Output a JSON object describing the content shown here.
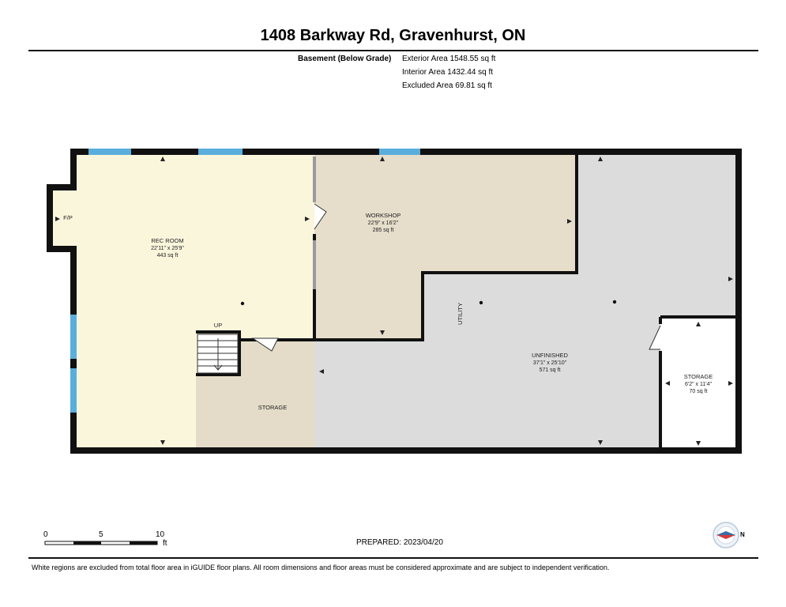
{
  "header": {
    "title": "1408 Barkway Rd, Gravenhurst, ON"
  },
  "areas": {
    "level_label": "Basement (Below Grade)",
    "exterior": "Exterior Area 1548.55 sq ft",
    "interior": "Interior Area 1432.44 sq ft",
    "excluded": "Excluded Area 69.81 sq ft"
  },
  "rooms": {
    "rec_room": {
      "name": "REC ROOM",
      "dims": "22'11\" x 25'9\"",
      "area": "443 sq ft"
    },
    "workshop": {
      "name": "WORKSHOP",
      "dims": "22'9\" x 16'2\"",
      "area": "285 sq ft"
    },
    "unfinished": {
      "name": "UNFINISHED",
      "dims": "37'1\" x 25'10\"",
      "area": "571 sq ft"
    },
    "storage_small": {
      "name": "STORAGE",
      "dims": "6'2\" x 11'4\"",
      "area": "70 sq ft"
    },
    "storage": {
      "name": "STORAGE"
    },
    "utility": {
      "name": "UTILITY"
    },
    "fireplace": {
      "name": "F/P"
    },
    "stairs": {
      "name": "UP"
    }
  },
  "scale": {
    "ticks": [
      "0",
      "5",
      "10"
    ],
    "unit": "ft"
  },
  "prepared": "PREPARED: 2023/04/20",
  "compass": {
    "label": "N"
  },
  "footer": "White regions are excluded from total floor area in iGUIDE floor plans. All room dimensions and floor areas must be considered approximate and are subject to independent verification.",
  "colors": {
    "rec_room": "#faf6dc",
    "workshop": "#e6ddcb",
    "unfinished": "#dcdcdc",
    "storage": "#e4dcc8",
    "wall": "#111111",
    "window": "#5aaedc"
  }
}
